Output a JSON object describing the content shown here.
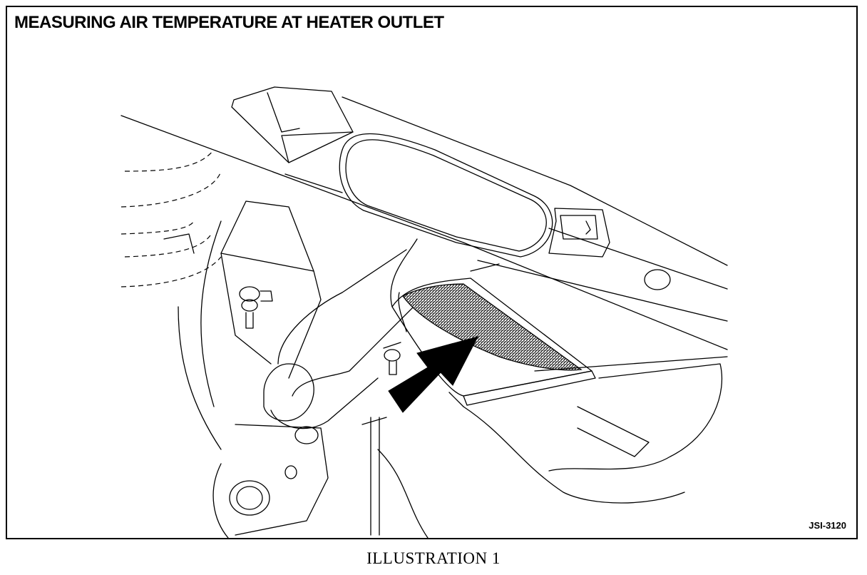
{
  "figure": {
    "title": "MEASURING AIR TEMPERATURE AT HEATER OUTLET",
    "code": "JSI-3120",
    "caption": "ILLUSTRATION 1"
  },
  "colors": {
    "ink": "#000000",
    "paper": "#ffffff"
  }
}
